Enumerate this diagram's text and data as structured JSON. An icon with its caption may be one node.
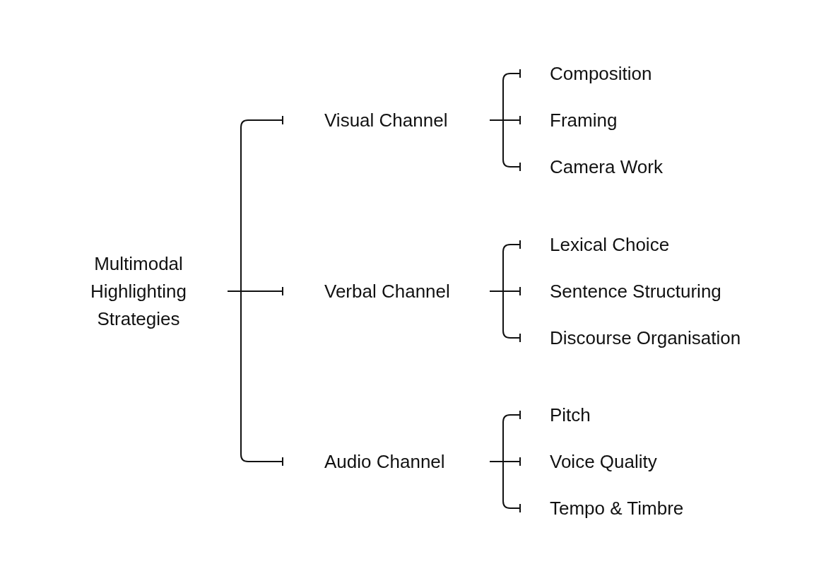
{
  "diagram": {
    "nodes": [
      {
        "text": [
          "Multimodal Highlighting Strategies"
        ]
      },
      {
        "text": [
          "Visual Channel"
        ]
      },
      {
        "text": [
          "Composition"
        ]
      },
      {
        "text": [
          "Framing"
        ]
      },
      {
        "text": [
          "Camera Work"
        ]
      },
      {
        "text": [
          "Verbal Channel"
        ]
      },
      {
        "text": [
          "Lexical Choice"
        ]
      },
      {
        "text": [
          "Sentence Structuring"
        ]
      },
      {
        "text": [
          "Discourse Organisation"
        ]
      },
      {
        "text": [
          "Audio Channel"
        ]
      },
      {
        "text": [
          "Pitch"
        ]
      },
      {
        "text": [
          "Voice Quality"
        ]
      },
      {
        "text": [
          "Tempo & Timbre"
        ]
      }
    ],
    "edges": [
      {
        "from": 0,
        "to": 1,
        "arrow": "other"
      },
      {
        "from": 0,
        "to": 5,
        "arrow": "other"
      },
      {
        "from": 0,
        "to": 9,
        "arrow": "other"
      },
      {
        "from": 1,
        "to": 2,
        "arrow": "other"
      },
      {
        "from": 1,
        "to": 3,
        "arrow": "other"
      },
      {
        "from": 1,
        "to": 4,
        "arrow": "other"
      },
      {
        "from": 5,
        "to": 6,
        "arrow": "other"
      },
      {
        "from": 5,
        "to": 7,
        "arrow": "other"
      },
      {
        "from": 5,
        "to": 8,
        "arrow": "other"
      },
      {
        "from": 9,
        "to": 10,
        "arrow": "other"
      },
      {
        "from": 9,
        "to": 11,
        "arrow": "other"
      },
      {
        "from": 9,
        "to": 12,
        "arrow": "other"
      }
    ]
  }
}
